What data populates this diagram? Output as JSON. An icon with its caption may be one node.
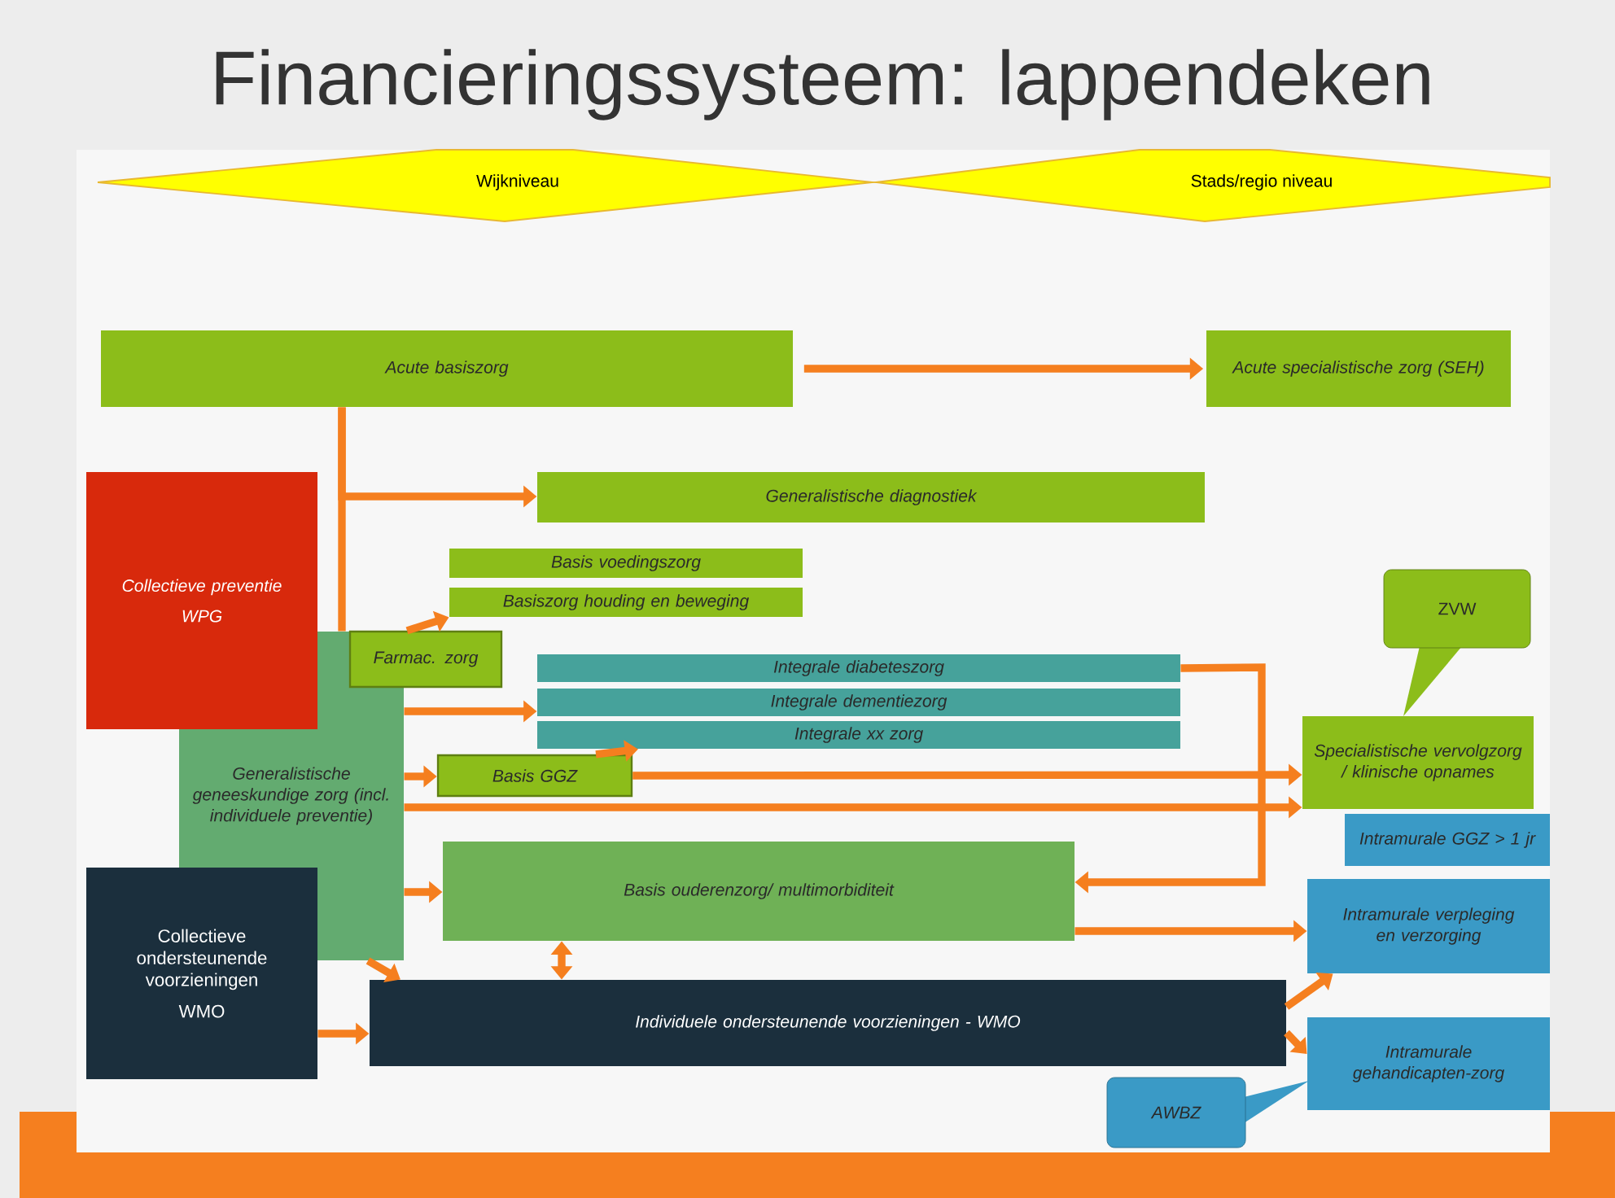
{
  "diagram": {
    "title": "Financieringssysteem: lappendeken",
    "nodes": [
      {
        "text": [
          "Wijkniveau"
        ]
      },
      {
        "text": [
          "Stads/regio niveau"
        ]
      },
      {
        "text": [
          "Acute basiszorg"
        ]
      },
      {
        "text": [
          "Acute specialistische zorg (SEH)"
        ]
      },
      {
        "text": [
          "Generalistische diagnostiek"
        ]
      },
      {
        "text": [
          "Basis voedingszorg"
        ]
      },
      {
        "text": [
          "Basiszorg houding en beweging"
        ]
      },
      {
        "text": [
          "Collectieve preventie",
          "WPG"
        ]
      },
      {
        "text": [
          "Farmac. zorg"
        ]
      },
      {
        "text": [
          "Generalistische geneeskundige zorg (incl. individuele preventie)"
        ]
      },
      {
        "text": [
          "Integrale diabeteszorg"
        ]
      },
      {
        "text": [
          "Integrale dementiezorg"
        ]
      },
      {
        "text": [
          "Integrale xx zorg"
        ]
      },
      {
        "text": [
          "Basis GGZ"
        ]
      },
      {
        "text": [
          "ZVW"
        ]
      },
      {
        "text": [
          "Specialistische vervolgzorg / klinische opnames"
        ]
      },
      {
        "text": [
          "Intramurale GGZ > 1 jr"
        ]
      },
      {
        "text": [
          "Basis ouderenzorg/ multimorbiditeit"
        ]
      },
      {
        "text": [
          "Intramurale verpleging en verzorging"
        ]
      },
      {
        "text": [
          "Collectieve ondersteunende voorzieningen",
          "WMO"
        ]
      },
      {
        "text": [
          "Individuele ondersteunende voorzieningen - WMO"
        ]
      },
      {
        "text": [
          "Intramurale gehandicapten-zorg"
        ]
      },
      {
        "text": [
          "AWBZ"
        ]
      }
    ],
    "edges": [
      {
        "from": 2,
        "to": 3,
        "arrow": "to"
      },
      {
        "from": 2,
        "to": 4,
        "arrow": "to"
      },
      {
        "from": 8,
        "to": 6,
        "arrow": "to"
      },
      {
        "from": 9,
        "to": 11,
        "arrow": "to"
      },
      {
        "from": 9,
        "to": 13,
        "arrow": "to"
      },
      {
        "from": 13,
        "to": 12,
        "arrow": "to"
      },
      {
        "from": 13,
        "to": 15,
        "arrow": "to"
      },
      {
        "from": 9,
        "to": 15,
        "arrow": "to"
      },
      {
        "from": 10,
        "to": 17,
        "arrow": "to"
      },
      {
        "from": 9,
        "to": 17,
        "arrow": "to"
      },
      {
        "from": 17,
        "to": 18,
        "arrow": "to"
      },
      {
        "from": 17,
        "to": 20,
        "arrow": "both"
      },
      {
        "from": 9,
        "to": 20,
        "arrow": "to"
      },
      {
        "from": 19,
        "to": 20,
        "arrow": "to"
      },
      {
        "from": 20,
        "to": 18,
        "arrow": "to"
      },
      {
        "from": 20,
        "to": 21,
        "arrow": "to"
      },
      {
        "from": 2,
        "to": 9,
        "arrow": "none"
      }
    ]
  }
}
